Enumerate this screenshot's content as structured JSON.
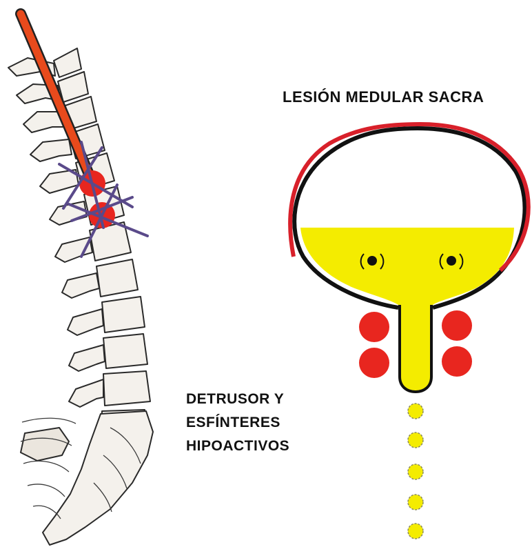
{
  "title": "LESIÓN MEDULAR SACRA",
  "caption_lines": [
    "DETRUSOR Y",
    "ESFÍNTERES",
    "HIPOACTIVOS"
  ],
  "diagram": {
    "subjects": [
      "spine-with-lesion",
      "bladder",
      "sphincters",
      "urethra"
    ],
    "lesion_marks": 2,
    "sphincter_count": 4,
    "urine_drop_count": 5,
    "bladder_fill_level": 0.55
  },
  "colors": {
    "lesion_red": "#e8261f",
    "probe_red": "#e84a1c",
    "urine_yellow": "#f4ec00",
    "cross_purple": "#5a4a8a",
    "bladder_outline": "#111111",
    "bladder_wall_red": "#d8202a"
  }
}
